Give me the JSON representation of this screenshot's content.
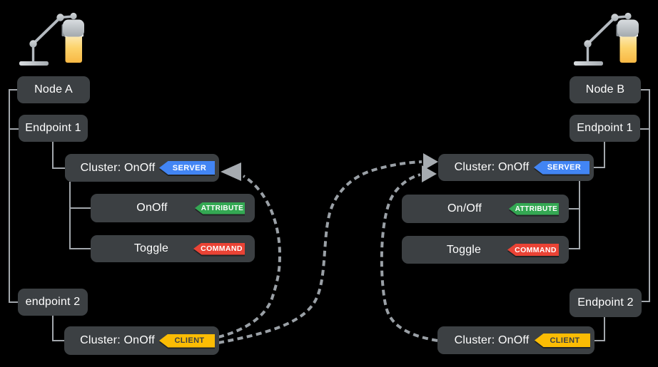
{
  "colors": {
    "background": "#000000",
    "box": "#3c4043",
    "box_text": "#ffffff",
    "connector": "#9aa0a6",
    "server_badge": "#4285f4",
    "attribute_badge": "#34a853",
    "command_badge": "#ea4335",
    "client_badge": "#fbbc04"
  },
  "badges": {
    "server": {
      "label": "SERVER"
    },
    "attribute": {
      "label": "ATTRIBUTE"
    },
    "command": {
      "label": "COMMAND"
    },
    "client": {
      "label": "CLIENT"
    }
  },
  "nodes": {
    "left": {
      "icon": "desk-lamp",
      "node_label": "Node A",
      "endpoint1_label": "Endpoint 1",
      "cluster_server_label": "Cluster: OnOff",
      "attribute_label": "OnOff",
      "command_label": "Toggle",
      "endpoint2_label": "endpoint 2",
      "cluster_client_label": "Cluster: OnOff"
    },
    "right": {
      "icon": "desk-lamp",
      "node_label": "Node B",
      "endpoint1_label": "Endpoint 1",
      "cluster_server_label": "Cluster: OnOff",
      "attribute_label": "On/Off",
      "command_label": "Toggle",
      "endpoint2_label": "Endpoint 2",
      "cluster_client_label": "Cluster: OnOff"
    }
  },
  "arrows": [
    {
      "from": "node-a-cluster-client",
      "to": "node-a-cluster-server",
      "style": "dashed"
    },
    {
      "from": "node-a-cluster-client",
      "to": "node-b-cluster-server",
      "style": "dashed"
    },
    {
      "from": "node-b-cluster-client",
      "to": "node-b-cluster-server",
      "style": "dashed"
    }
  ]
}
